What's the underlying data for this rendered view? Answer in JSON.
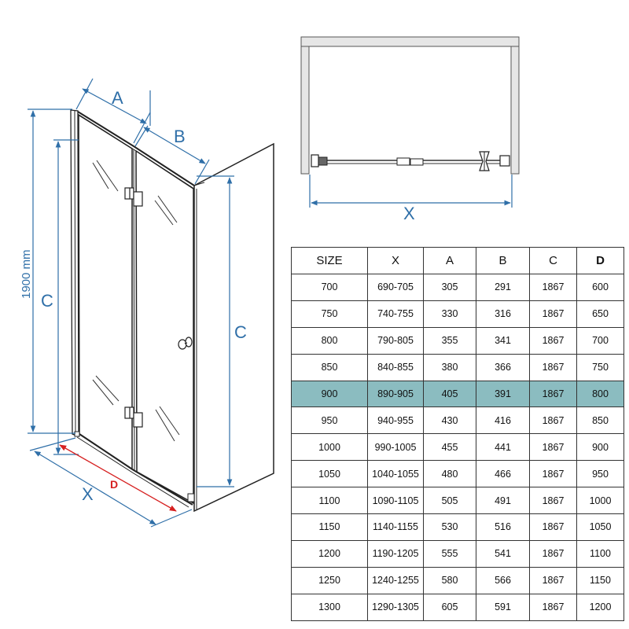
{
  "labels": {
    "height_total": "1900 mm",
    "c_left": "C",
    "c_right": "C",
    "a": "A",
    "b": "B",
    "x_left": "X",
    "d": "D",
    "x_top": "X"
  },
  "colors": {
    "dimension": "#2f6fa8",
    "highlight_d": "#d62020",
    "row_highlight": "#8bbcc0"
  },
  "table": {
    "headers": [
      "SIZE",
      "X",
      "A",
      "B",
      "C",
      "D"
    ],
    "rows": [
      [
        "700",
        "690-705",
        "305",
        "291",
        "1867",
        "600"
      ],
      [
        "750",
        "740-755",
        "330",
        "316",
        "1867",
        "650"
      ],
      [
        "800",
        "790-805",
        "355",
        "341",
        "1867",
        "700"
      ],
      [
        "850",
        "840-855",
        "380",
        "366",
        "1867",
        "750"
      ],
      [
        "900",
        "890-905",
        "405",
        "391",
        "1867",
        "800"
      ],
      [
        "950",
        "940-955",
        "430",
        "416",
        "1867",
        "850"
      ],
      [
        "1000",
        "990-1005",
        "455",
        "441",
        "1867",
        "900"
      ],
      [
        "1050",
        "1040-1055",
        "480",
        "466",
        "1867",
        "950"
      ],
      [
        "1100",
        "1090-1105",
        "505",
        "491",
        "1867",
        "1000"
      ],
      [
        "1150",
        "1140-1155",
        "530",
        "516",
        "1867",
        "1050"
      ],
      [
        "1200",
        "1190-1205",
        "555",
        "541",
        "1867",
        "1100"
      ],
      [
        "1250",
        "1240-1255",
        "580",
        "566",
        "1867",
        "1150"
      ],
      [
        "1300",
        "1290-1305",
        "605",
        "591",
        "1867",
        "1200"
      ]
    ],
    "highlight_row": 4
  }
}
